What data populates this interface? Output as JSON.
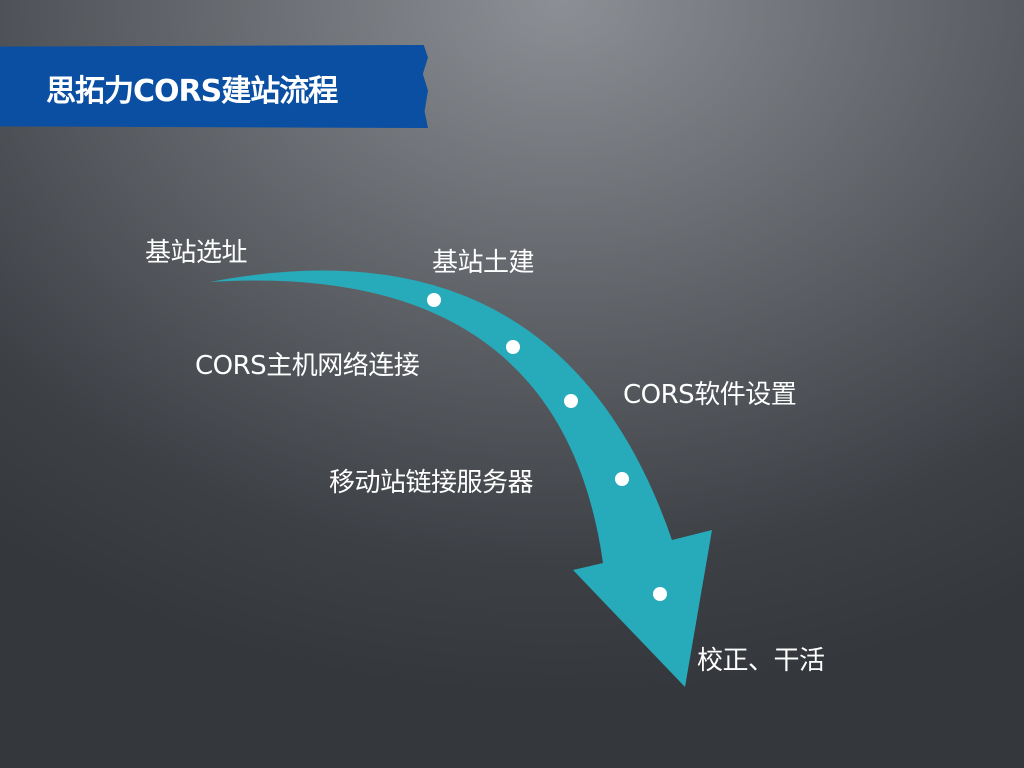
{
  "title": "思拓力CORS建站流程",
  "steps": [
    {
      "label": "基站选址"
    },
    {
      "label": "基站土建"
    },
    {
      "label": "CORS主机网络连接"
    },
    {
      "label": "CORS软件设置"
    },
    {
      "label": "移动站链接服务器"
    },
    {
      "label": "校正、干活"
    }
  ],
  "colors": {
    "title_bar": "#0b4fa3",
    "arrow": "#27aab9",
    "dot": "#ffffff"
  }
}
